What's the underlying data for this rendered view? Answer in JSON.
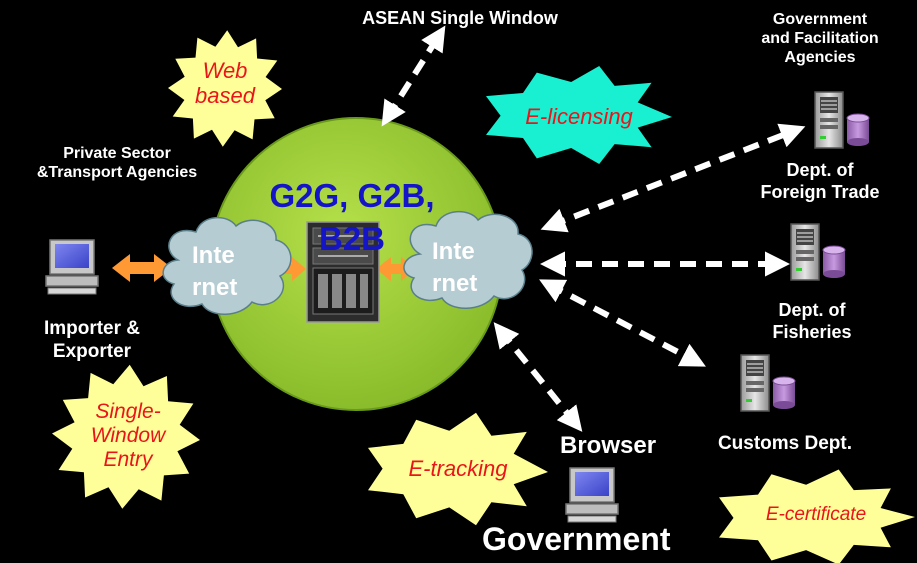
{
  "labels": {
    "asean_single_window": "ASEAN Single Window",
    "government_agencies": "Government\nand Facilitation\nAgencies",
    "private_sector": "Private Sector\n&Transport Agencies",
    "importer_exporter": "Importer &\nExporter",
    "dept_foreign_trade": "Dept. of\nForeign Trade",
    "dept_fisheries": "Dept. of\nFisheries",
    "customs_dept": "Customs Dept.",
    "browser": "Browser",
    "government": "Government"
  },
  "hub": {
    "text": "G2G, G2B,\nB2B"
  },
  "clouds": {
    "left": "Inte\nrnet",
    "right": "Inte\nrnet"
  },
  "bursts": {
    "web_based": "Web\nbased",
    "e_licensing": "E-licensing",
    "single_window_entry": "Single-\nWindow\nEntry",
    "e_tracking": "E-tracking",
    "e_certificate": "E-certificate"
  },
  "colors": {
    "background": "#000000",
    "hub_fill": "#99cc33",
    "hub_text": "#1414c8",
    "cloud_fill": "#b4ccd2",
    "burst_yellow": "#ffff99",
    "burst_cyan": "#19f0d2",
    "burst_text": "#e8161b",
    "link_arrow": "#ff9933"
  },
  "icons": [
    "desktop-computer-icon",
    "server-rack-icon",
    "server-with-database-icon"
  ]
}
